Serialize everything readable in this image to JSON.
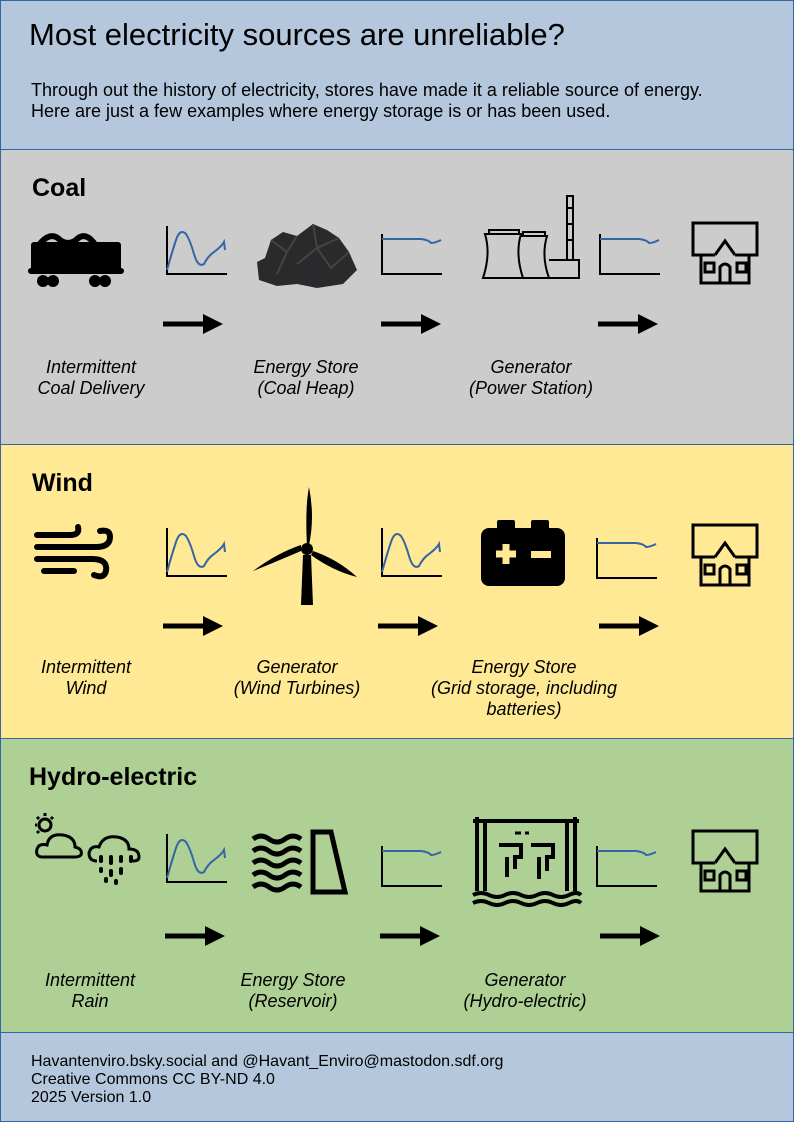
{
  "header": {
    "title": "Most electricity sources are unreliable?",
    "intro_line1": "Through out the history of electricity, stores have made it a reliable source of energy.",
    "intro_line2": "Here are just a few examples where energy storage is or has been used."
  },
  "sections": [
    {
      "title": "Coal",
      "labels": [
        [
          "Intermittent",
          "Coal Delivery"
        ],
        [
          "Energy Store",
          "(Coal Heap)"
        ],
        [
          "Generator",
          "(Power Station)"
        ]
      ]
    },
    {
      "title": "Wind",
      "labels": [
        [
          "Intermittent",
          "Wind"
        ],
        [
          "Generator",
          "(Wind Turbines)"
        ],
        [
          "Energy Store",
          "(Grid storage, including",
          "batteries)"
        ]
      ]
    },
    {
      "title": "Hydro-electric",
      "labels": [
        [
          "Intermittent",
          "Rain"
        ],
        [
          "Energy Store",
          "(Reservoir)"
        ],
        [
          "Generator",
          "(Hydro-electric)"
        ]
      ]
    }
  ],
  "footer": {
    "line1": "Havantenviro.bsky.social and @Havant_Enviro@mastodon.sdf.org",
    "line2": "Creative Commons CC BY-ND 4.0",
    "line3": "2025 Version 1.0"
  },
  "colors": {
    "header": "#b4c7dc",
    "coal": "#cccccc",
    "wind": "#ffe994",
    "hydro": "#afd095",
    "graph_line": "#3465a4"
  }
}
